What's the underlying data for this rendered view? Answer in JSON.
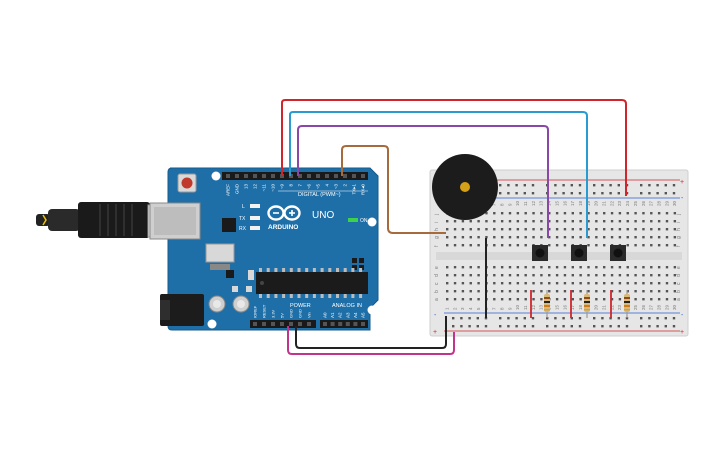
{
  "arduino": {
    "brand": "ARDUINO",
    "model": "UNO",
    "digital_label": "DIGITAL (PWM~)",
    "power_label": "POWER",
    "analog_label": "ANALOG IN",
    "on_label": "ON",
    "led_l": "L",
    "led_tx": "TX",
    "led_rx": "RX",
    "digital_pins": [
      "AREF",
      "GND",
      "13",
      "12",
      "~11",
      "~10",
      "~9",
      "8",
      "7",
      "~6",
      "~5",
      "4",
      "~3",
      "2",
      "TX▸1",
      "RX◂0"
    ],
    "power_pins": [
      "IOREF",
      "RESET",
      "3.3V",
      "5V",
      "GND",
      "GND",
      "Vin"
    ],
    "analog_pins": [
      "A0",
      "A1",
      "A2",
      "A3",
      "A4",
      "A5"
    ]
  },
  "breadboard": {
    "column_numbers": [
      "1",
      "2",
      "3",
      "4",
      "5",
      "6",
      "7",
      "8",
      "9",
      "10",
      "11",
      "12",
      "13",
      "14",
      "15",
      "16",
      "17",
      "18",
      "19",
      "20",
      "21",
      "22",
      "23",
      "24",
      "25",
      "26",
      "27",
      "28",
      "29",
      "30"
    ],
    "row_letters_top": [
      "j",
      "i",
      "h",
      "g",
      "f"
    ],
    "row_letters_bottom": [
      "e",
      "d",
      "c",
      "b",
      "a"
    ],
    "rail_plus": "+",
    "rail_minus": "-"
  },
  "colors": {
    "board_blue": "#1e6fa8",
    "breadboard": "#e6e6e6",
    "wire_red": "#d0262b",
    "wire_cyan": "#2a9bd0",
    "wire_purple": "#8a47a8",
    "wire_brown": "#a66a3b",
    "wire_black": "#222222",
    "wire_magenta": "#c2338b"
  }
}
